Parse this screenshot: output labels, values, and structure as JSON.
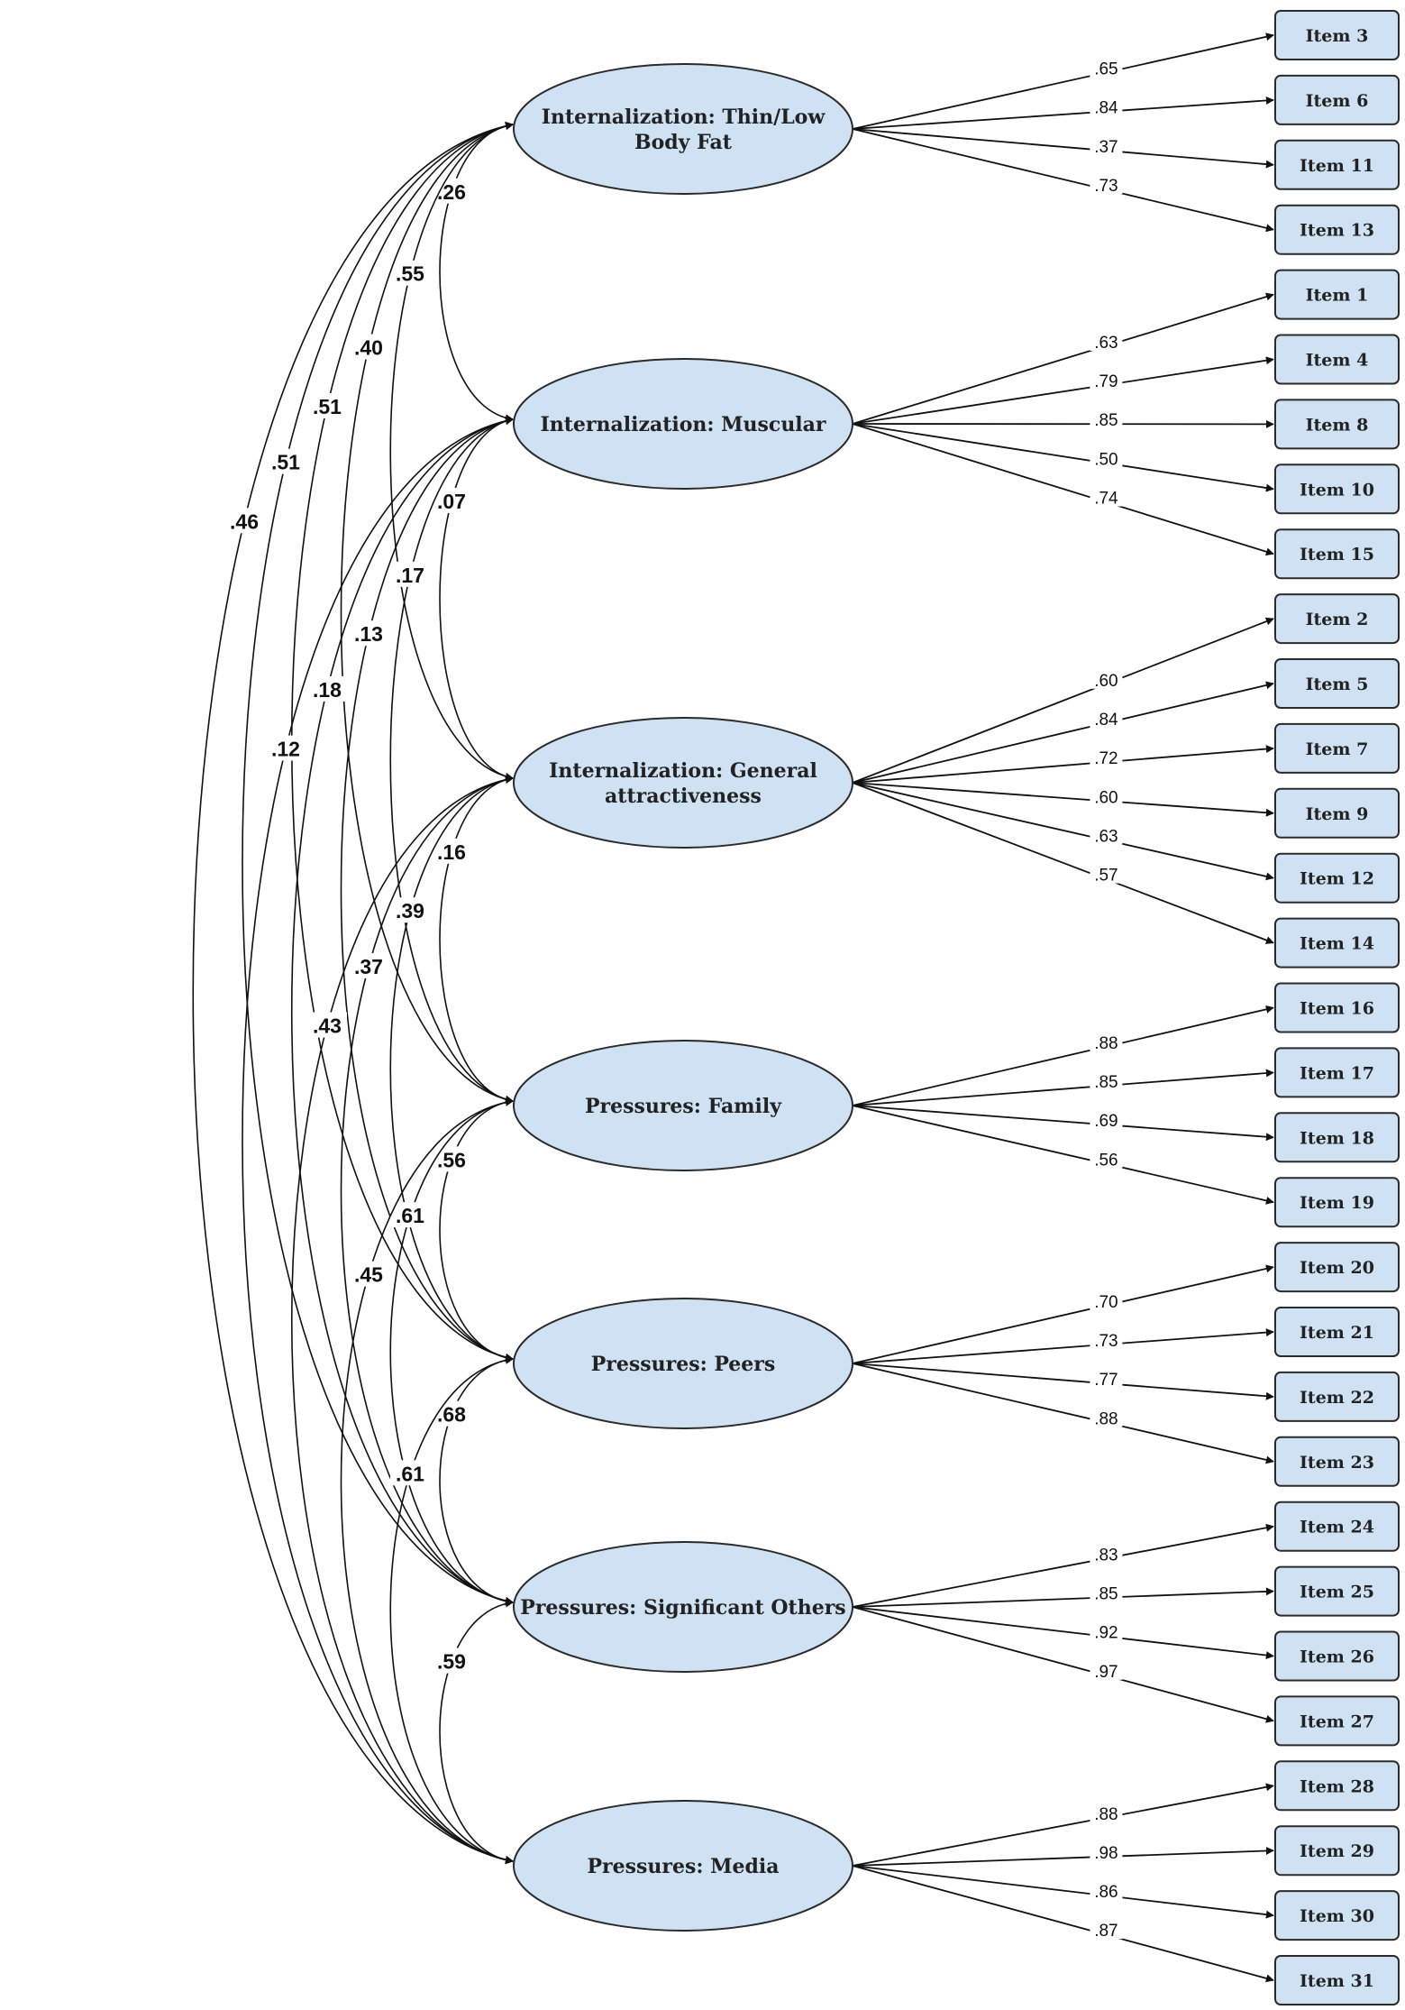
{
  "colors": {
    "node_fill": "#cfe2f3",
    "stroke": "#2b2b2b",
    "text": "#222222"
  },
  "factors": [
    {
      "id": "thin",
      "lines": [
        "Internalization: Thin/Low",
        "Body Fat"
      ],
      "items": [
        {
          "label": "Item 3",
          "loading": ".65"
        },
        {
          "label": "Item 6",
          "loading": ".84"
        },
        {
          "label": "Item 11",
          "loading": ".37"
        },
        {
          "label": "Item 13",
          "loading": ".73"
        }
      ]
    },
    {
      "id": "muscular",
      "lines": [
        "Internalization: Muscular"
      ],
      "items": [
        {
          "label": "Item 1",
          "loading": ".63"
        },
        {
          "label": "Item 4",
          "loading": ".79"
        },
        {
          "label": "Item 8",
          "loading": ".85"
        },
        {
          "label": "Item 10",
          "loading": ".50"
        },
        {
          "label": "Item 15",
          "loading": ".74"
        }
      ]
    },
    {
      "id": "general",
      "lines": [
        "Internalization: General",
        "attractiveness"
      ],
      "items": [
        {
          "label": "Item 2",
          "loading": ".60"
        },
        {
          "label": "Item 5",
          "loading": ".84"
        },
        {
          "label": "Item 7",
          "loading": ".72"
        },
        {
          "label": "Item 9",
          "loading": ".60"
        },
        {
          "label": "Item 12",
          "loading": ".63"
        },
        {
          "label": "Item 14",
          "loading": ".57"
        }
      ]
    },
    {
      "id": "family",
      "lines": [
        "Pressures: Family"
      ],
      "items": [
        {
          "label": "Item 16",
          "loading": ".88"
        },
        {
          "label": "Item 17",
          "loading": ".85"
        },
        {
          "label": "Item 18",
          "loading": ".69"
        },
        {
          "label": "Item 19",
          "loading": ".56"
        }
      ]
    },
    {
      "id": "peers",
      "lines": [
        "Pressures: Peers"
      ],
      "items": [
        {
          "label": "Item 20",
          "loading": ".70"
        },
        {
          "label": "Item 21",
          "loading": ".73"
        },
        {
          "label": "Item 22",
          "loading": ".77"
        },
        {
          "label": "Item 23",
          "loading": ".88"
        }
      ]
    },
    {
      "id": "significant",
      "lines": [
        "Pressures: Significant Others"
      ],
      "items": [
        {
          "label": "Item 24",
          "loading": ".83"
        },
        {
          "label": "Item 25",
          "loading": ".85"
        },
        {
          "label": "Item 26",
          "loading": ".92"
        },
        {
          "label": "Item 27",
          "loading": ".97"
        }
      ]
    },
    {
      "id": "media",
      "lines": [
        "Pressures: Media"
      ],
      "items": [
        {
          "label": "Item 28",
          "loading": ".88"
        },
        {
          "label": "Item 29",
          "loading": ".98"
        },
        {
          "label": "Item 30",
          "loading": ".86"
        },
        {
          "label": "Item 31",
          "loading": ".87"
        }
      ]
    }
  ],
  "correlations": [
    {
      "from": "thin",
      "to": "muscular",
      "value": ".26"
    },
    {
      "from": "thin",
      "to": "general",
      "value": ".55"
    },
    {
      "from": "thin",
      "to": "family",
      "value": ".40"
    },
    {
      "from": "thin",
      "to": "peers",
      "value": ".51"
    },
    {
      "from": "thin",
      "to": "significant",
      "value": ".51"
    },
    {
      "from": "thin",
      "to": "media",
      "value": ".46"
    },
    {
      "from": "muscular",
      "to": "general",
      "value": ".07"
    },
    {
      "from": "muscular",
      "to": "family",
      "value": ".17"
    },
    {
      "from": "muscular",
      "to": "peers",
      "value": ".13"
    },
    {
      "from": "muscular",
      "to": "significant",
      "value": ".18"
    },
    {
      "from": "muscular",
      "to": "media",
      "value": ".12"
    },
    {
      "from": "general",
      "to": "family",
      "value": ".16"
    },
    {
      "from": "general",
      "to": "peers",
      "value": ".39"
    },
    {
      "from": "general",
      "to": "significant",
      "value": ".37"
    },
    {
      "from": "general",
      "to": "media",
      "value": ".43"
    },
    {
      "from": "family",
      "to": "peers",
      "value": ".56"
    },
    {
      "from": "family",
      "to": "significant",
      "value": ".61"
    },
    {
      "from": "family",
      "to": "media",
      "value": ".45"
    },
    {
      "from": "peers",
      "to": "significant",
      "value": ".68"
    },
    {
      "from": "peers",
      "to": "media",
      "value": ".61"
    },
    {
      "from": "significant",
      "to": "media",
      "value": ".59"
    }
  ]
}
